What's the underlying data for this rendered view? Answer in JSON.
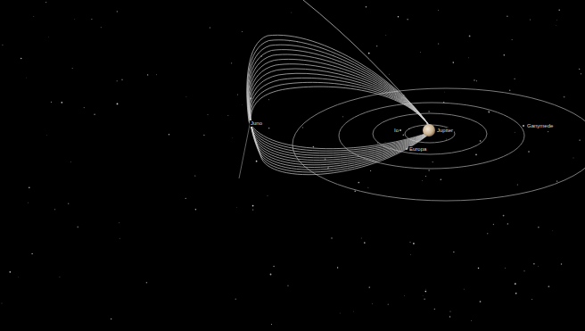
{
  "diagram": {
    "labels": [
      "Juno",
      "Io",
      "Jupiter",
      "Europa",
      "Ganymede"
    ]
  }
}
